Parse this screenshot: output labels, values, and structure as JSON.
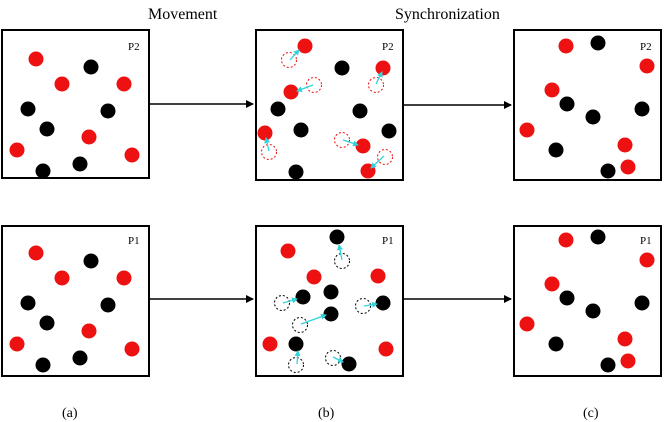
{
  "headers": {
    "movement": "Movement",
    "synchronization": "Synchronization"
  },
  "panel_labels": {
    "p2": "P2",
    "p1": "P1"
  },
  "captions": {
    "a": "(a)",
    "b": "(b)",
    "c": "(c)"
  },
  "colors": {
    "red": "#ee1111",
    "black": "#000000",
    "cyan": "#2fd4dc",
    "box": "#000000"
  }
}
